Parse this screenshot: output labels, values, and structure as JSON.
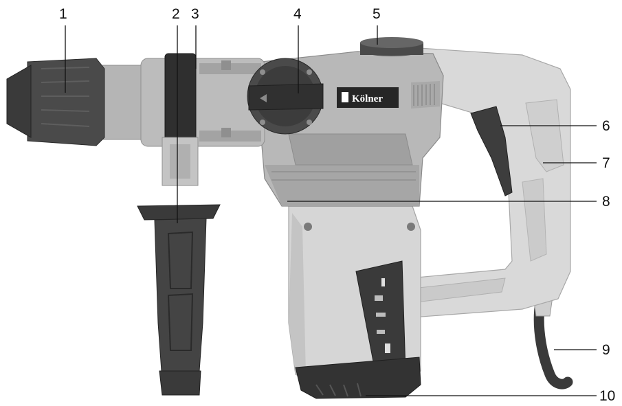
{
  "image": {
    "brand": "Kölner",
    "callouts": [
      {
        "label": "1"
      },
      {
        "label": "2"
      },
      {
        "label": "3"
      },
      {
        "label": "4"
      },
      {
        "label": "5"
      },
      {
        "label": "6"
      },
      {
        "label": "7"
      },
      {
        "label": "8"
      },
      {
        "label": "9"
      },
      {
        "label": "10"
      }
    ],
    "colors": {
      "body_light": "#d8d8d8",
      "metal": "#b3b3b3",
      "metal_dark": "#8c8c8c",
      "rubber": "#454545",
      "rubber_dark": "#2e2e2e",
      "label_panel": "#3a3a3a",
      "brand_plate": "#262626"
    }
  }
}
